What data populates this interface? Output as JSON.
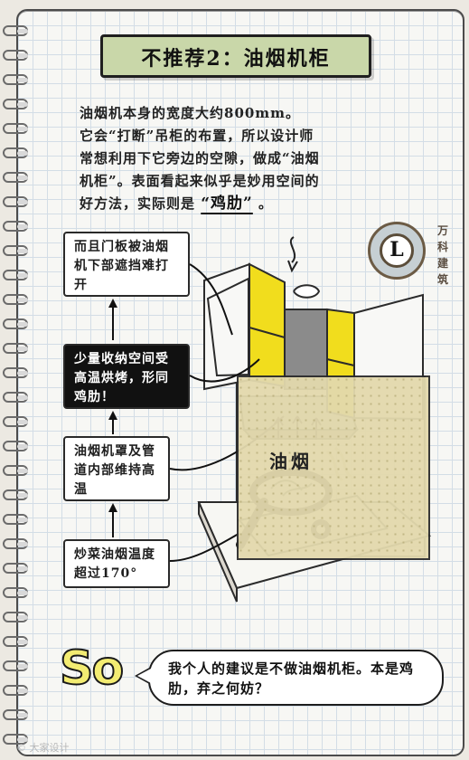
{
  "title": "不推荐2：油烟机柜",
  "intro": {
    "lines": [
      "油烟机本身的宽度大约800mm。",
      "它会“打断”吊柜的布置，所以设计师",
      "常想利用下它旁边的空隙，做成“油烟",
      "机柜”。表面看起来似乎是妙用空间的",
      "好方法，实际则是"
    ],
    "highlight": "“鸡肋”",
    "suffix": "。"
  },
  "notes": [
    {
      "text": "而且门板被油烟机下部遮挡难打开"
    },
    {
      "text": "少量收纳空间受高温烘烤，形同鸡肋！"
    },
    {
      "text": "油烟机罩及管道内部维持高温"
    },
    {
      "text": "炒菜油烟温度超过170°"
    }
  ],
  "brand": {
    "logo_letter": "L",
    "text": "万科建筑"
  },
  "illustration_label": "油烟",
  "conclusion": {
    "so": "So",
    "text": "我个人的建议是不做油烟机柜。本是鸡肋，弃之何妨？"
  },
  "watermark": "© 大家设计"
}
